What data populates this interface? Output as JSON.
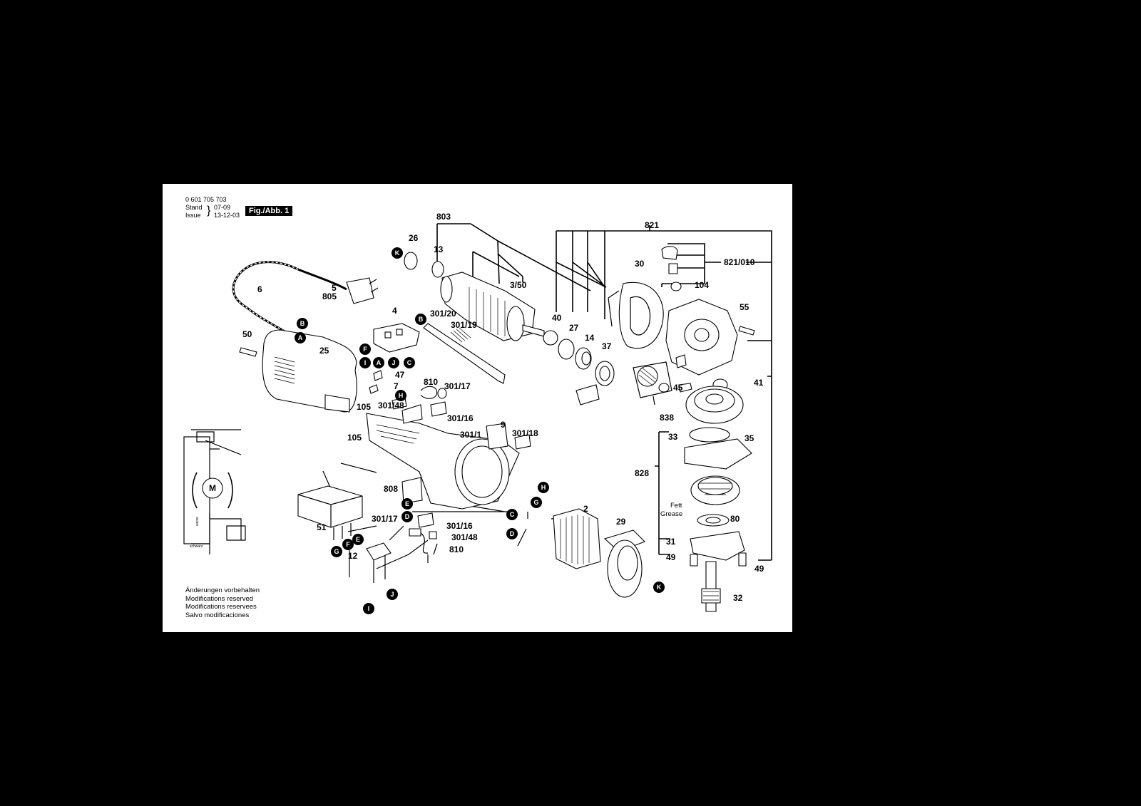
{
  "header": {
    "part_number": "0 601 705 703",
    "stand_label": "Stand",
    "issue_label": "Issue",
    "stand_value": "07-09",
    "issue_value": "13-12-03",
    "figure": "Fig./Abb. 1"
  },
  "notes": [
    "Änderungen vorbehalten",
    "Modifications reserved",
    "Modifications reservees",
    "Salvo modificaciones"
  ],
  "labels": {
    "p803": "803",
    "p26": "26",
    "p13": "13",
    "p350": "3/50",
    "p821": "821",
    "p30": "30",
    "p821010": "821/010",
    "p104": "104",
    "p55": "55",
    "p5": "5",
    "p805": "805",
    "p6": "6",
    "p50": "50",
    "p25": "25",
    "p4": "4",
    "p30120": "301/20",
    "p30119": "301/19",
    "p40": "40",
    "p27": "27",
    "p14": "14",
    "p37": "37",
    "p47": "47",
    "p7": "7",
    "p810a": "810",
    "p30117a": "301/17",
    "p30148a": "301/48",
    "p30116a": "301/16",
    "p105a": "105",
    "p105b": "105",
    "p9": "9",
    "p3011": "301/1",
    "p30118": "301/18",
    "p45": "45",
    "p41": "41",
    "p838": "838",
    "p33": "33",
    "p35": "35",
    "p828": "828",
    "p808": "808",
    "p2": "2",
    "p29": "29",
    "p51": "51",
    "p12": "12",
    "p30117b": "301/17",
    "p30116b": "301/16",
    "p30148b": "301/48",
    "p810b": "810",
    "fett": "Fett",
    "grease": "Grease",
    "p80": "80",
    "p31": "31",
    "p49a": "49",
    "p49b": "49",
    "p32": "32",
    "motor": "M",
    "schematic_1": "weiss",
    "schematic_2": "schwarz"
  },
  "markers": {
    "A": "A",
    "B": "B",
    "C": "C",
    "D": "D",
    "E": "E",
    "F": "F",
    "G": "G",
    "H": "H",
    "I": "I",
    "J": "J",
    "K": "K"
  }
}
